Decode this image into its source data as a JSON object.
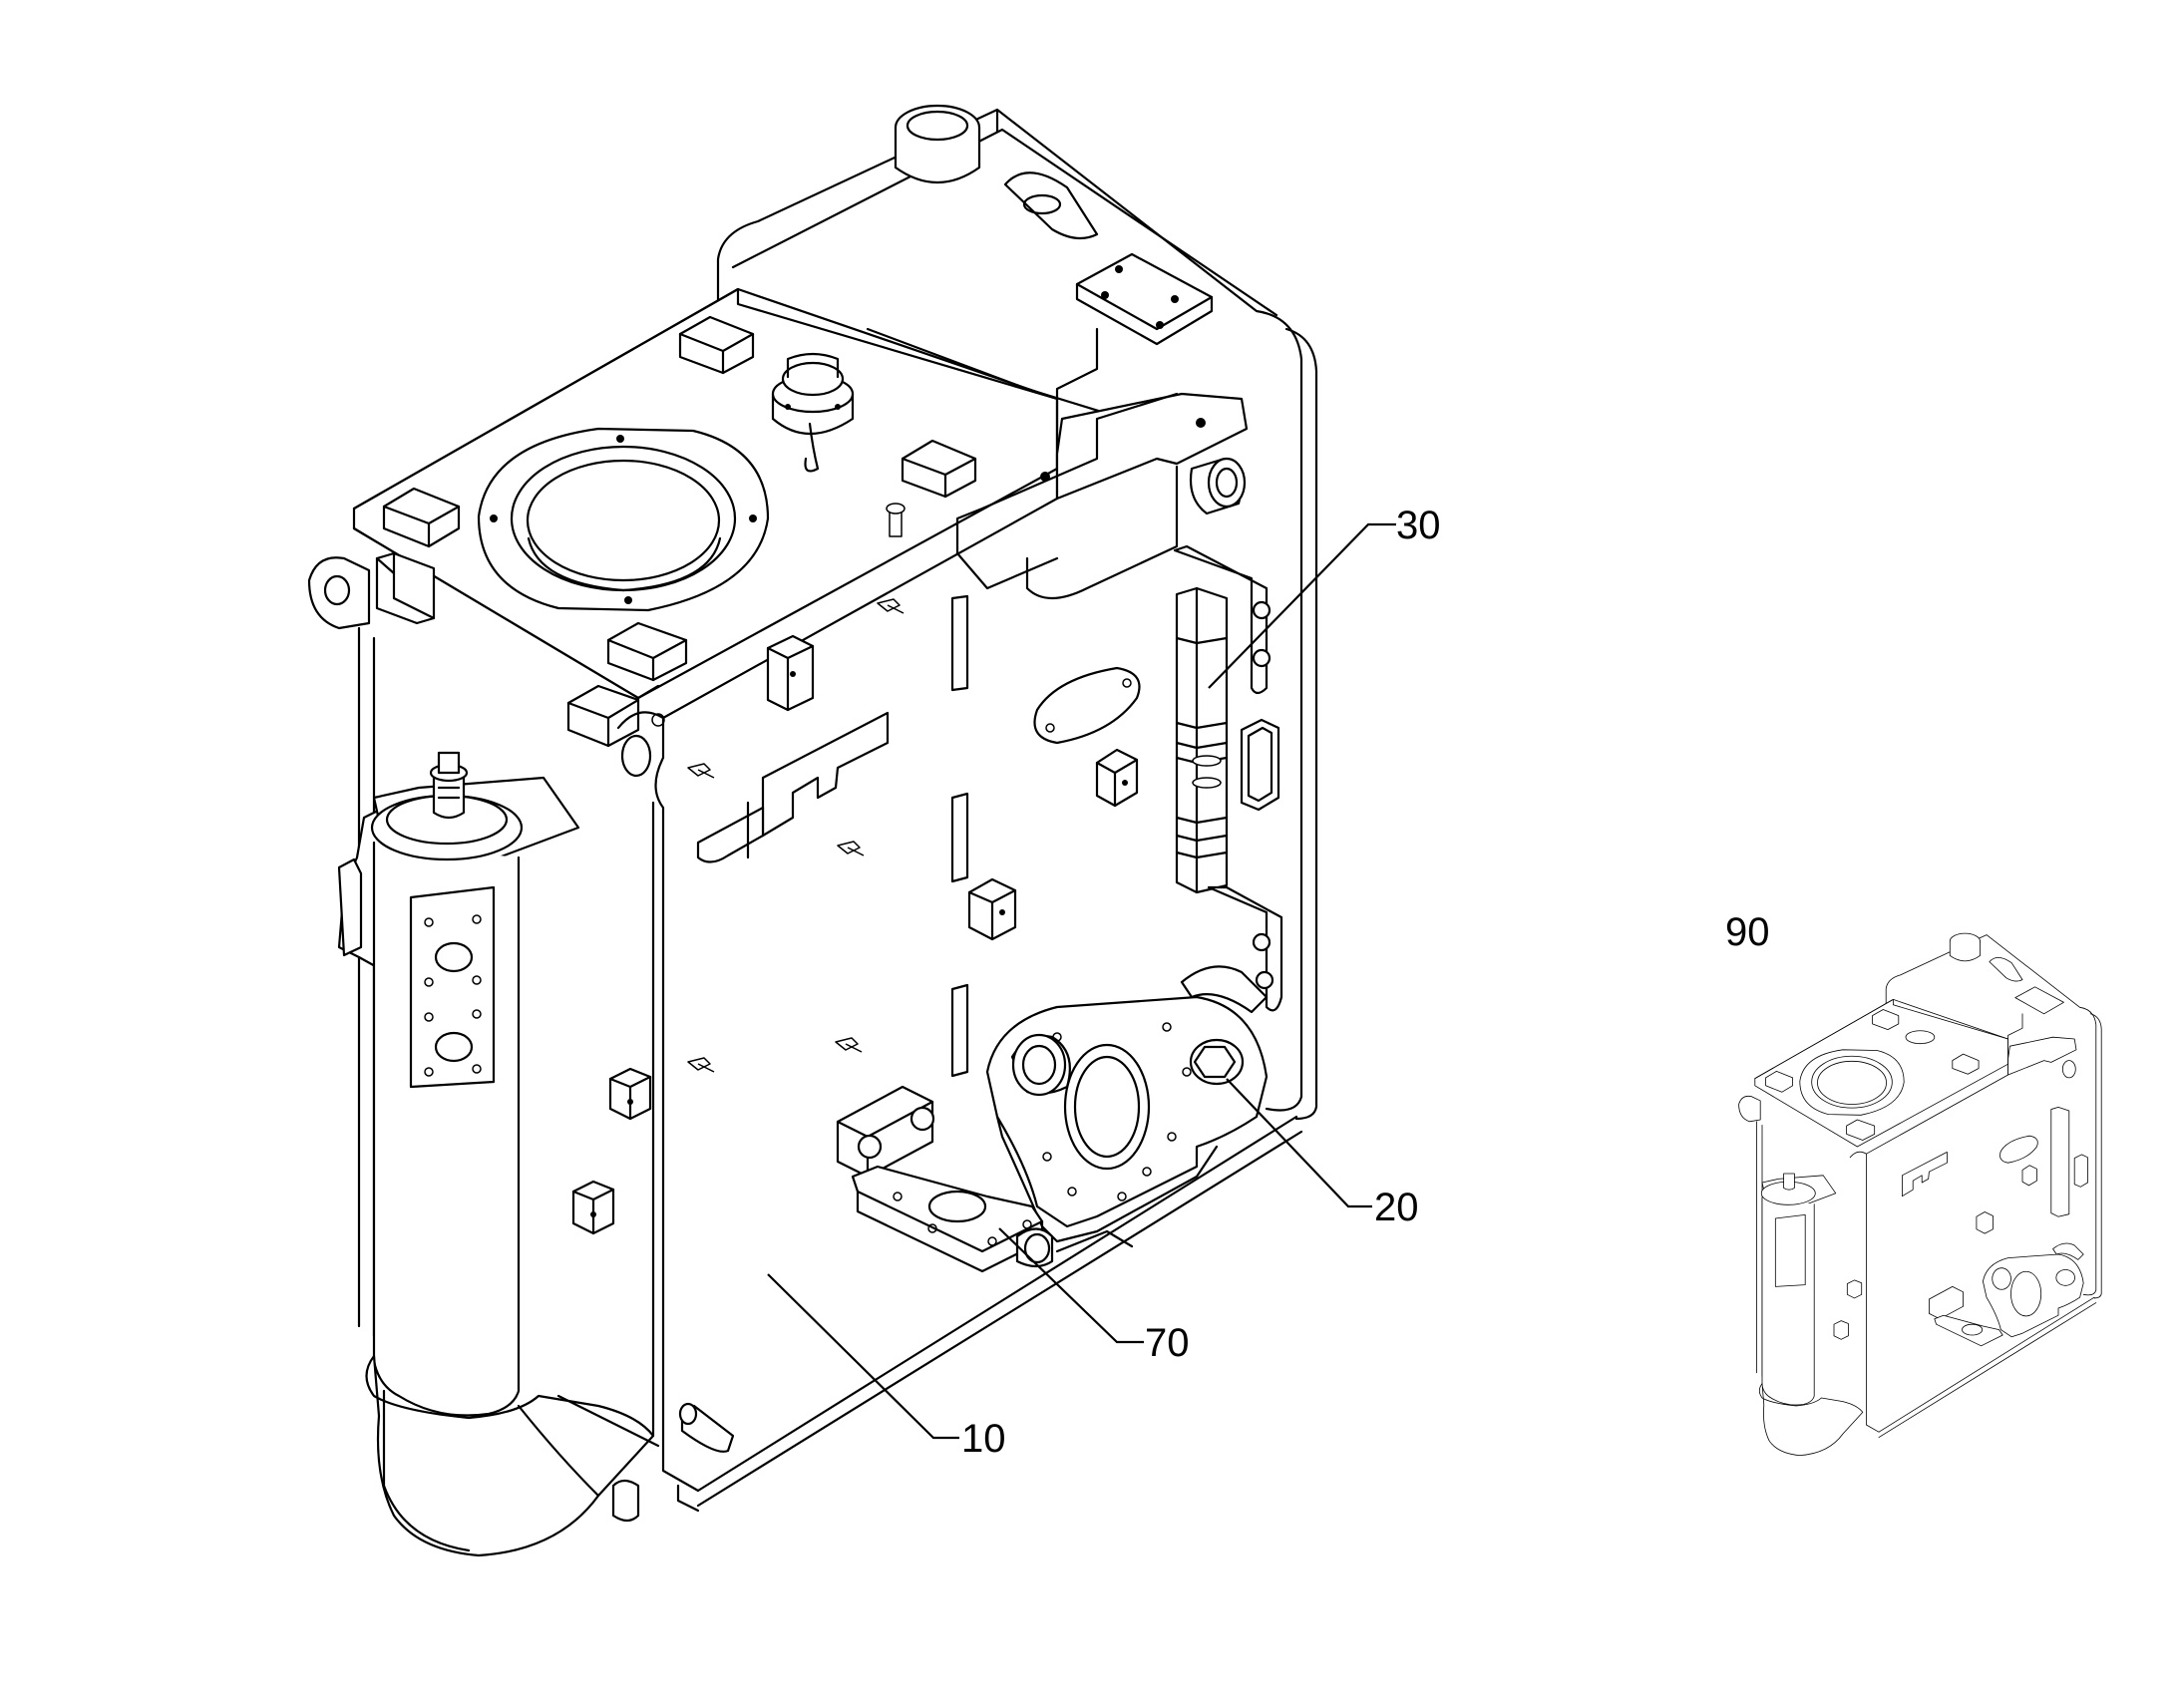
{
  "callouts": {
    "c10": "10",
    "c20": "20",
    "c30": "30",
    "c70": "70",
    "c90": "90"
  }
}
